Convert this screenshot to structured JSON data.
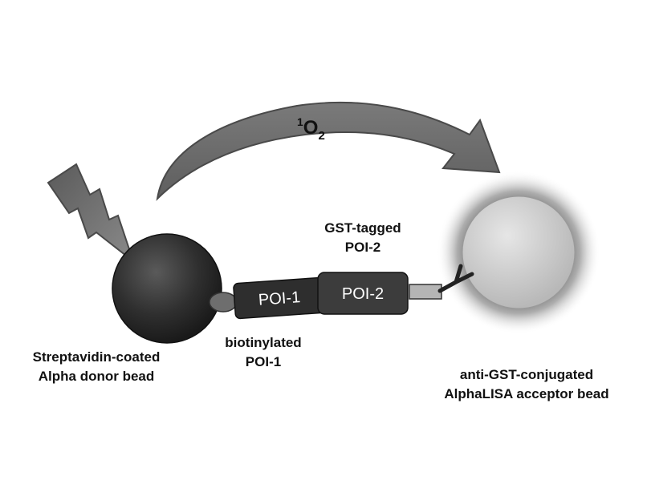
{
  "singlet_oxygen": {
    "prefix": "1",
    "main": "O",
    "sub": "2"
  },
  "donor_bead": {
    "line1": "Streptavidin-coated",
    "line2": "Alpha  donor bead"
  },
  "biotin_label": {
    "line1": "biotinylated",
    "line2": "POI-1"
  },
  "gst_label": {
    "line1": "GST-tagged",
    "line2": "POI-2"
  },
  "poi1_box": "POI-1",
  "poi2_box": "POI-2",
  "acceptor_bead": {
    "line1": "anti-GST-conjugated",
    "line2": "AlphaLISA  acceptor bead"
  },
  "colors": {
    "arrow": "#6b6b6b",
    "donor": "#2e2e2e",
    "acceptor": "#c9c9c9",
    "boxes": "#3a3a3a",
    "text": "#111111"
  }
}
